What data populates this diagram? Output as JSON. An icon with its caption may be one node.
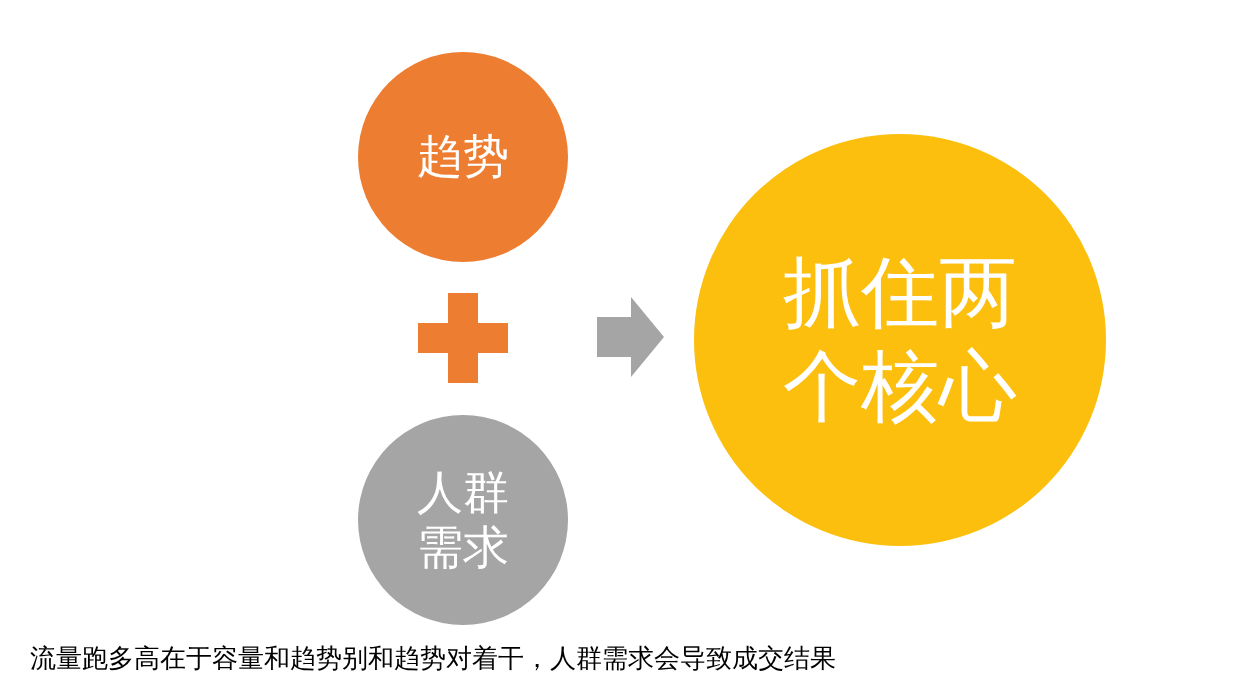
{
  "diagram": {
    "caption": "流量跑多高在于容量和趋势别和趋势对着干，人群需求会导致成交结果",
    "nodes": [
      {
        "text": [
          "趋势"
        ]
      },
      {
        "text": [
          "人群需求"
        ]
      },
      {
        "text": [
          "抓住两个核心"
        ]
      }
    ],
    "edges": [
      {
        "from": null,
        "to": 2,
        "arrow": "to"
      }
    ]
  }
}
